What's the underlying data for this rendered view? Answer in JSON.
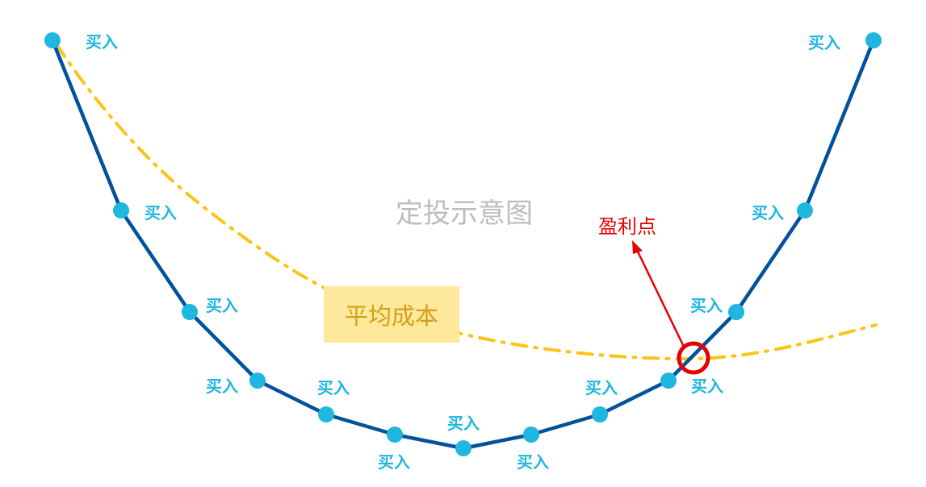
{
  "title": "定投示意图",
  "buy_label": "买入",
  "average_cost_label": "平均成本",
  "profit_point_label": "盈利点",
  "colors": {
    "price_line": "#00529b",
    "buy_point": "#1fb6e0",
    "average_cost_line": "#fcc419",
    "average_cost_box": "#fde89b",
    "profit_marker": "#e60000"
  }
}
